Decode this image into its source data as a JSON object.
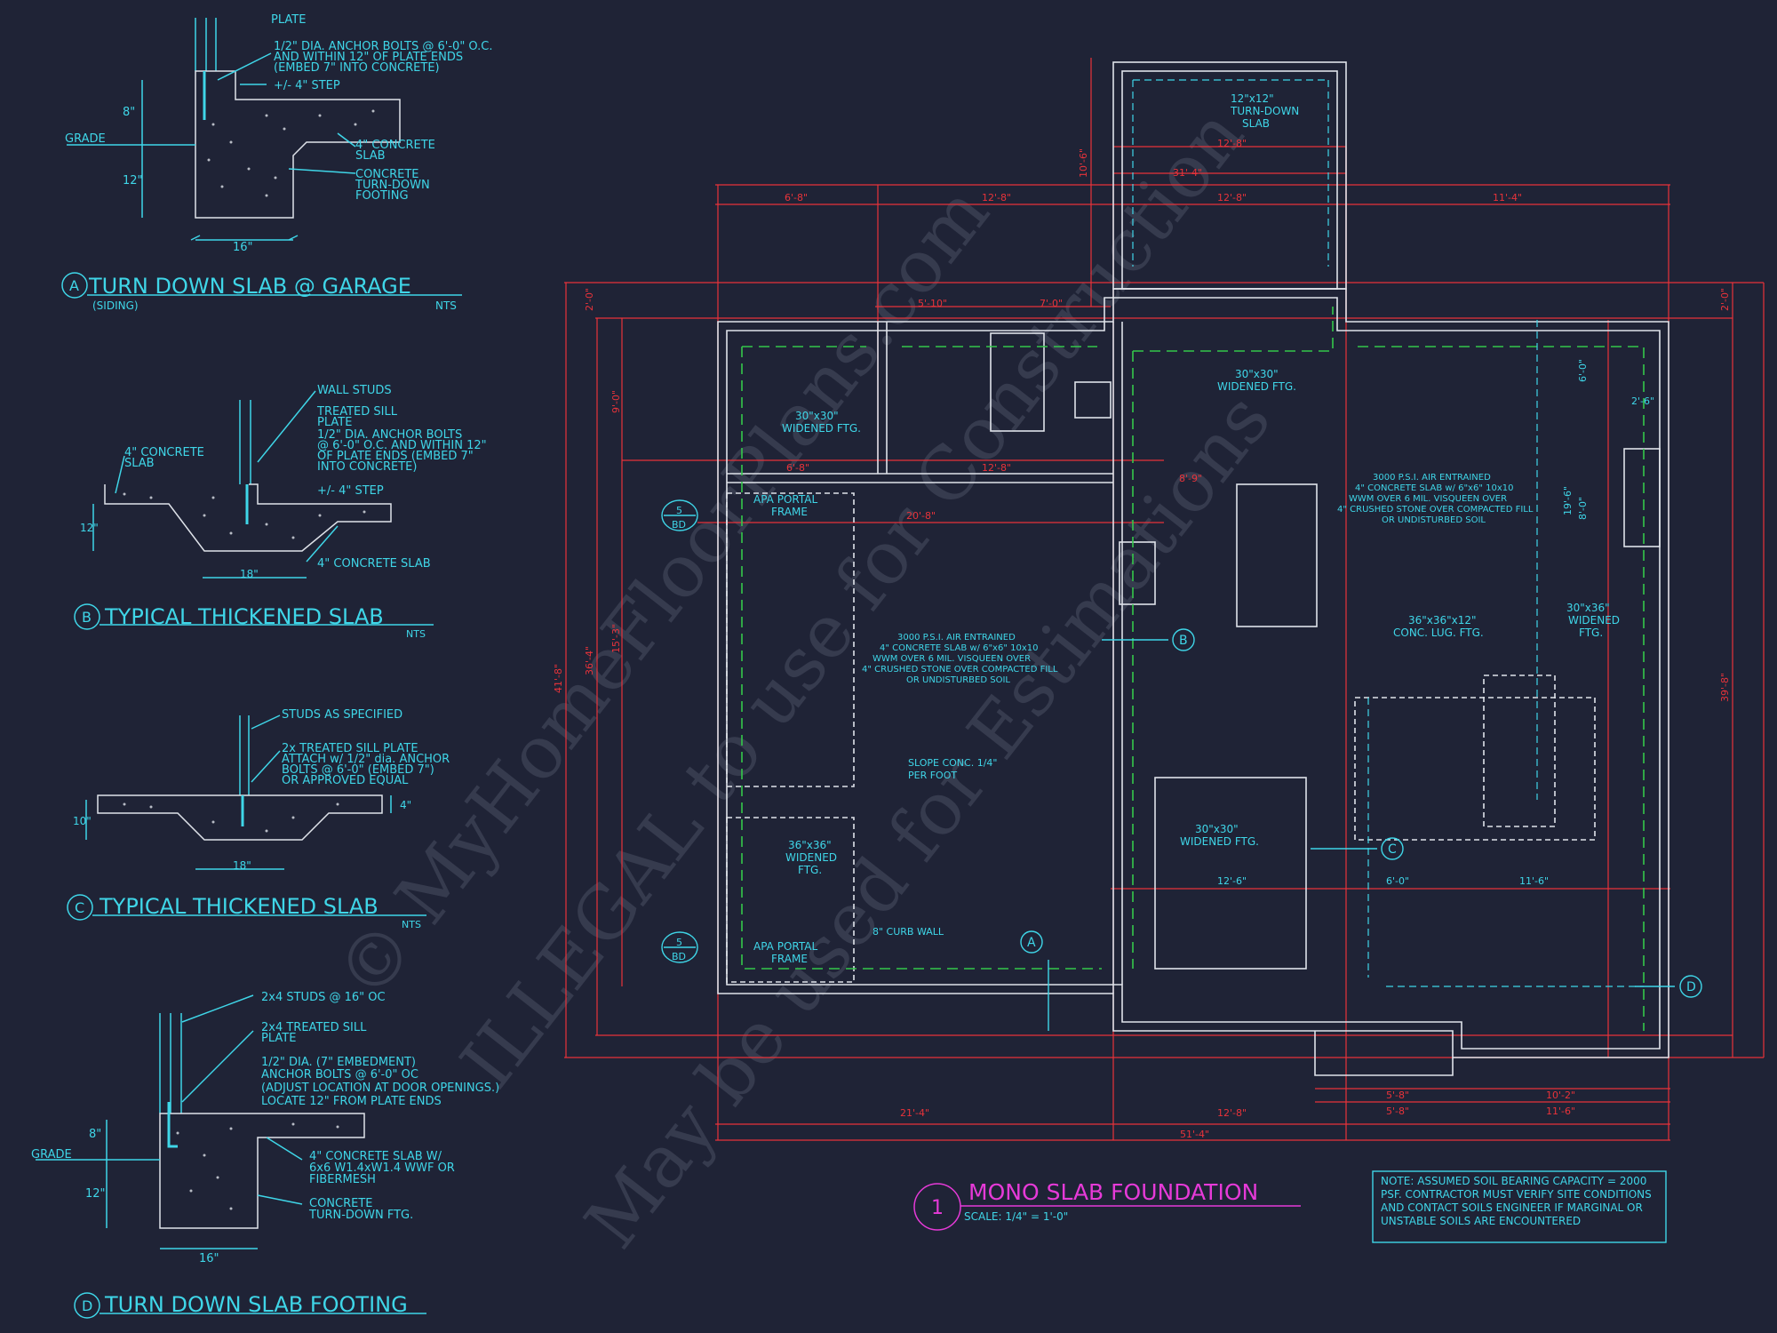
{
  "colors": {
    "background": "#1f2336",
    "cyan": "#3fd6e8",
    "red": "#e8333a",
    "magenta": "#e63ad8",
    "white": "#dfe3ea",
    "green": "#34c84a",
    "watermark": "#4a4f63"
  },
  "watermark": {
    "line1": "© MyHomeFloorPlans.com",
    "line2": "ILLEGAL to use for Construction",
    "line3": "May be used for Estimations"
  },
  "detail_a": {
    "letter": "A",
    "title": "TURN DOWN SLAB @ GARAGE",
    "subtitle": "(SIDING)",
    "scale": "NTS",
    "notes": {
      "plate": "PLATE",
      "bolts1": "1/2\" DIA. ANCHOR BOLTS @ 6'-0\" O.C.",
      "bolts2": "AND WITHIN 12\" OF PLATE ENDS",
      "bolts3": "(EMBED 7\" INTO CONCRETE)",
      "step": "+/- 4\" STEP",
      "slab1": "4\" CONCRETE",
      "slab2": "SLAB",
      "ftg1": "CONCRETE",
      "ftg2": "TURN-DOWN",
      "ftg3": "FOOTING",
      "grade": "GRADE",
      "dim8": "8\"",
      "dim12": "12\"",
      "dim16": "16\""
    }
  },
  "detail_b": {
    "letter": "B",
    "title": "TYPICAL THICKENED SLAB",
    "scale": "NTS",
    "notes": {
      "studs": "WALL STUDS",
      "sill1": "TREATED SILL",
      "sill2": "PLATE",
      "bolts1": "1/2\" DIA. ANCHOR BOLTS",
      "bolts2": "@ 6'-0\" O.C. AND WITHIN 12\"",
      "bolts3": "OF PLATE ENDS (EMBED 7\"",
      "bolts4": "INTO CONCRETE)",
      "step": "+/- 4\" STEP",
      "slab1": "4\" CONCRETE",
      "slab2": "SLAB",
      "slab3": "4\" CONCRETE SLAB",
      "dim12": "12\"",
      "dim18": "18\""
    }
  },
  "detail_c": {
    "letter": "C",
    "title": "TYPICAL THICKENED SLAB",
    "scale": "NTS",
    "notes": {
      "studs": "STUDS AS SPECIFIED",
      "sill1": "2x TREATED SILL PLATE",
      "sill2": "ATTACH w/ 1/2\" dia. ANCHOR",
      "sill3": "BOLTS @ 6'-0\" (EMBED 7\")",
      "sill4": "OR APPROVED EQUAL",
      "dim10": "10\"",
      "dim4": "4\"",
      "dim18": "18\""
    }
  },
  "detail_d": {
    "letter": "D",
    "title": "TURN DOWN SLAB FOOTING",
    "notes": {
      "studs": "2x4 STUDS @ 16\" OC",
      "sill1": "2x4 TREATED SILL",
      "sill2": "PLATE",
      "bolts1": "1/2\" DIA. (7\" EMBEDMENT)",
      "bolts2": "ANCHOR BOLTS @ 6'-0\" OC",
      "bolts3": "(ADJUST LOCATION AT DOOR OPENINGS.)",
      "bolts4": "LOCATE 12\" FROM PLATE ENDS",
      "slab1": "4\" CONCRETE SLAB W/",
      "slab2": "6x6 W1.4xW1.4 WWF OR",
      "slab3": "FIBERMESH",
      "ftg1": "CONCRETE",
      "ftg2": "TURN-DOWN FTG.",
      "grade": "GRADE",
      "dim8": "8\"",
      "dim12": "12\"",
      "dim16": "16\""
    }
  },
  "plan": {
    "title_number": "1",
    "title": "MONO SLAB FOUNDATION",
    "scale": "SCALE: 1/4\" = 1'-0\"",
    "soil_note": [
      "NOTE: ASSUMED SOIL BEARING CAPACITY = 2000",
      "PSF. CONTRACTOR MUST VERIFY SITE CONDITIONS",
      "AND CONTACT SOILS ENGINEER IF MARGINAL OR",
      "UNSTABLE SOILS ARE ENCOUNTERED"
    ],
    "slab_note": [
      "3000 P.S.I. AIR ENTRAINED",
      "4\" CONCRETE SLAB w/ 6\"x6\" 10x10",
      "WWM OVER 6 MIL. VISQUEEN OVER",
      "4\" CRUSHED STONE OVER COMPACTED FILL",
      "OR UNDISTURBED SOIL"
    ],
    "labels": {
      "turndown1": "12\"x12\"",
      "turndown2": "TURN-DOWN",
      "turndown3": "SLAB",
      "wftg_a1": "30\"x30\"",
      "wftg_a2": "WIDENED FTG.",
      "wftg_b1": "30\"x30\"",
      "wftg_b2": "WIDENED FTG.",
      "wftg_c1": "30\"x30\"",
      "wftg_c2": "WIDENED FTG.",
      "wftg_d1": "30\"x36\"",
      "wftg_d2": "WIDENED",
      "wftg_d3": "FTG.",
      "wftg_e1": "36\"x36\"",
      "wftg_e2": "WIDENED",
      "wftg_e3": "FTG.",
      "conc1": "36\"x36\"x12\"",
      "conc2": "CONC. LUG. FTG.",
      "apa1": "APA PORTAL",
      "apa2": "FRAME",
      "slope1": "SLOPE CONC. 1/4\"",
      "slope2": "PER FOOT",
      "curb": "8\" CURB WALL",
      "bd_num": "5",
      "bd_txt": "BD"
    },
    "section_marks": {
      "a": "A",
      "b": "B",
      "c": "C",
      "d": "D"
    },
    "dims": {
      "top_68": "6'-8\"",
      "top_128a": "12'-8\"",
      "top_128b": "12'-8\"",
      "top_114": "11'-4\"",
      "top_314": "31'-4\"",
      "top_128c": "12'-8\"",
      "top_510": "5'-10\"",
      "top_70": "7'-0\"",
      "top_106": "10'-6\"",
      "bot_214": "21'-4\"",
      "bot_128": "12'-8\"",
      "bot_514": "51'-4\"",
      "bot_58": "5'-8\"",
      "bot_58b": "5'-8\"",
      "bot_102": "10'-2\"",
      "bot_116": "11'-6\"",
      "mid_128": "12'-6\"",
      "mid_60": "6'-0\"",
      "mid_116": "11'-6\"",
      "left_414": "41'-8\"",
      "left_364": "36'-4\"",
      "left_153": "15'-3\"",
      "left_90": "9'-0\"",
      "left_20": "2'-0\"",
      "right_398": "39'-8\"",
      "right_20": "2'-0\"",
      "right_60": "6'-0\"",
      "right_80": "8'-0\"",
      "right_26": "2'-6\"",
      "inner_68": "6'-8\"",
      "inner_128": "12'-8\"",
      "inner_208": "20'-8\"",
      "inner_89": "8'-9\"",
      "inner_196": "19'-6\""
    }
  }
}
